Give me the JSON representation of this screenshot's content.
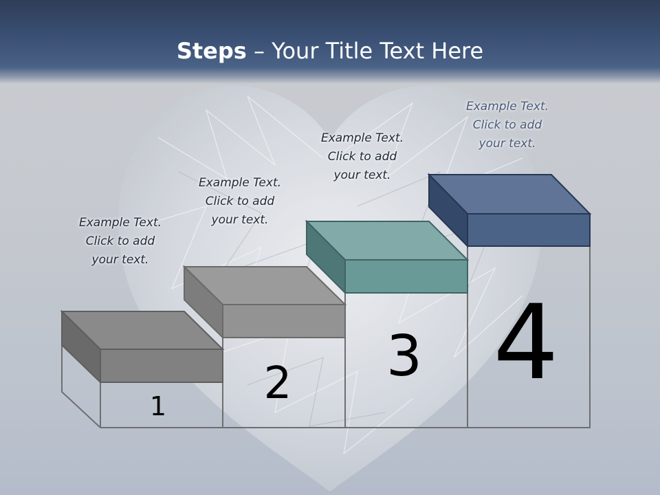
{
  "slide": {
    "title_bold": "Steps",
    "title_rest": " – Your Title Text Here"
  },
  "steps": [
    {
      "number": "1",
      "line1": "Example Text.",
      "line2": "Click  to add",
      "line3": "your text.",
      "color": "#8c8c8c"
    },
    {
      "number": "2",
      "line1": "Example Text.",
      "line2": "Click  to add",
      "line3": "your text.",
      "color": "#9a9a9a"
    },
    {
      "number": "3",
      "line1": "Example Text.",
      "line2": "Click  to add",
      "line3": "your text.",
      "color": "#6a9a98"
    },
    {
      "number": "4",
      "line1": "Example Text.",
      "line2": "Click  to add",
      "line3": "your text.",
      "color": "#4b6386"
    }
  ]
}
